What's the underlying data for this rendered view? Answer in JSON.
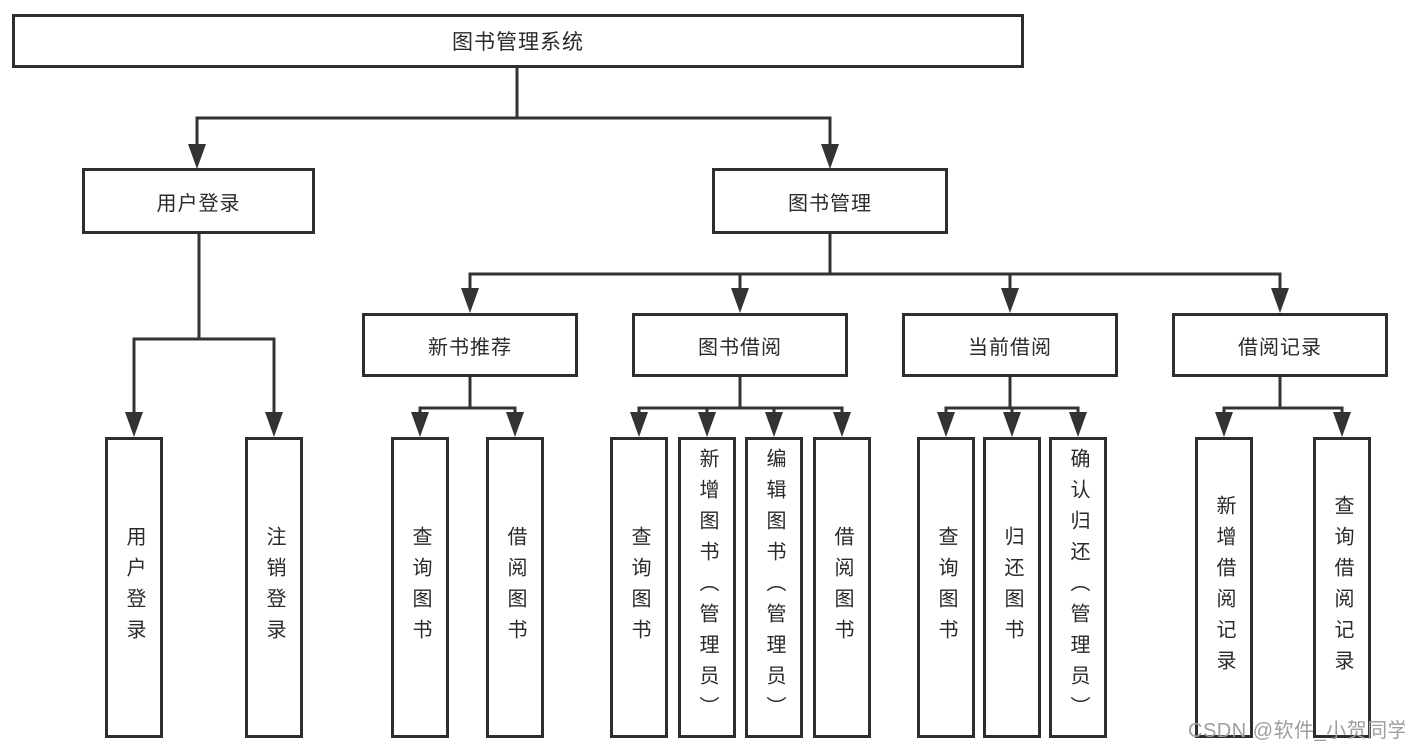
{
  "diagram": {
    "root": {
      "label": "图书管理系统"
    },
    "level2": {
      "user_login": {
        "label": "用户登录"
      },
      "book_mgmt": {
        "label": "图书管理"
      }
    },
    "level3": {
      "new_book": {
        "label": "新书推荐"
      },
      "book_borrow": {
        "label": "图书借阅"
      },
      "current_borrow": {
        "label": "当前借阅"
      },
      "borrow_record": {
        "label": "借阅记录"
      }
    },
    "leaves": {
      "user_login": [
        {
          "label": "用户登录"
        },
        {
          "label": "注销登录"
        }
      ],
      "new_book": [
        {
          "label": "查询图书"
        },
        {
          "label": "借阅图书"
        }
      ],
      "book_borrow": [
        {
          "label": "查询图书"
        },
        {
          "label": "新增图书（管理员）"
        },
        {
          "label": "编辑图书（管理员）"
        },
        {
          "label": "借阅图书"
        }
      ],
      "current_borrow": [
        {
          "label": "查询图书"
        },
        {
          "label": "归还图书"
        },
        {
          "label": "确认归还（管理员）"
        }
      ],
      "borrow_record": [
        {
          "label": "新增借阅记录"
        },
        {
          "label": "查询借阅记录"
        }
      ]
    }
  },
  "watermark": {
    "text": "CSDN @软件_小贺同学"
  },
  "colors": {
    "line": "#333333",
    "box_border": "#2e2e2e",
    "text": "#2a2a2a",
    "watermark": "#9e9e9e",
    "background": "#ffffff"
  }
}
